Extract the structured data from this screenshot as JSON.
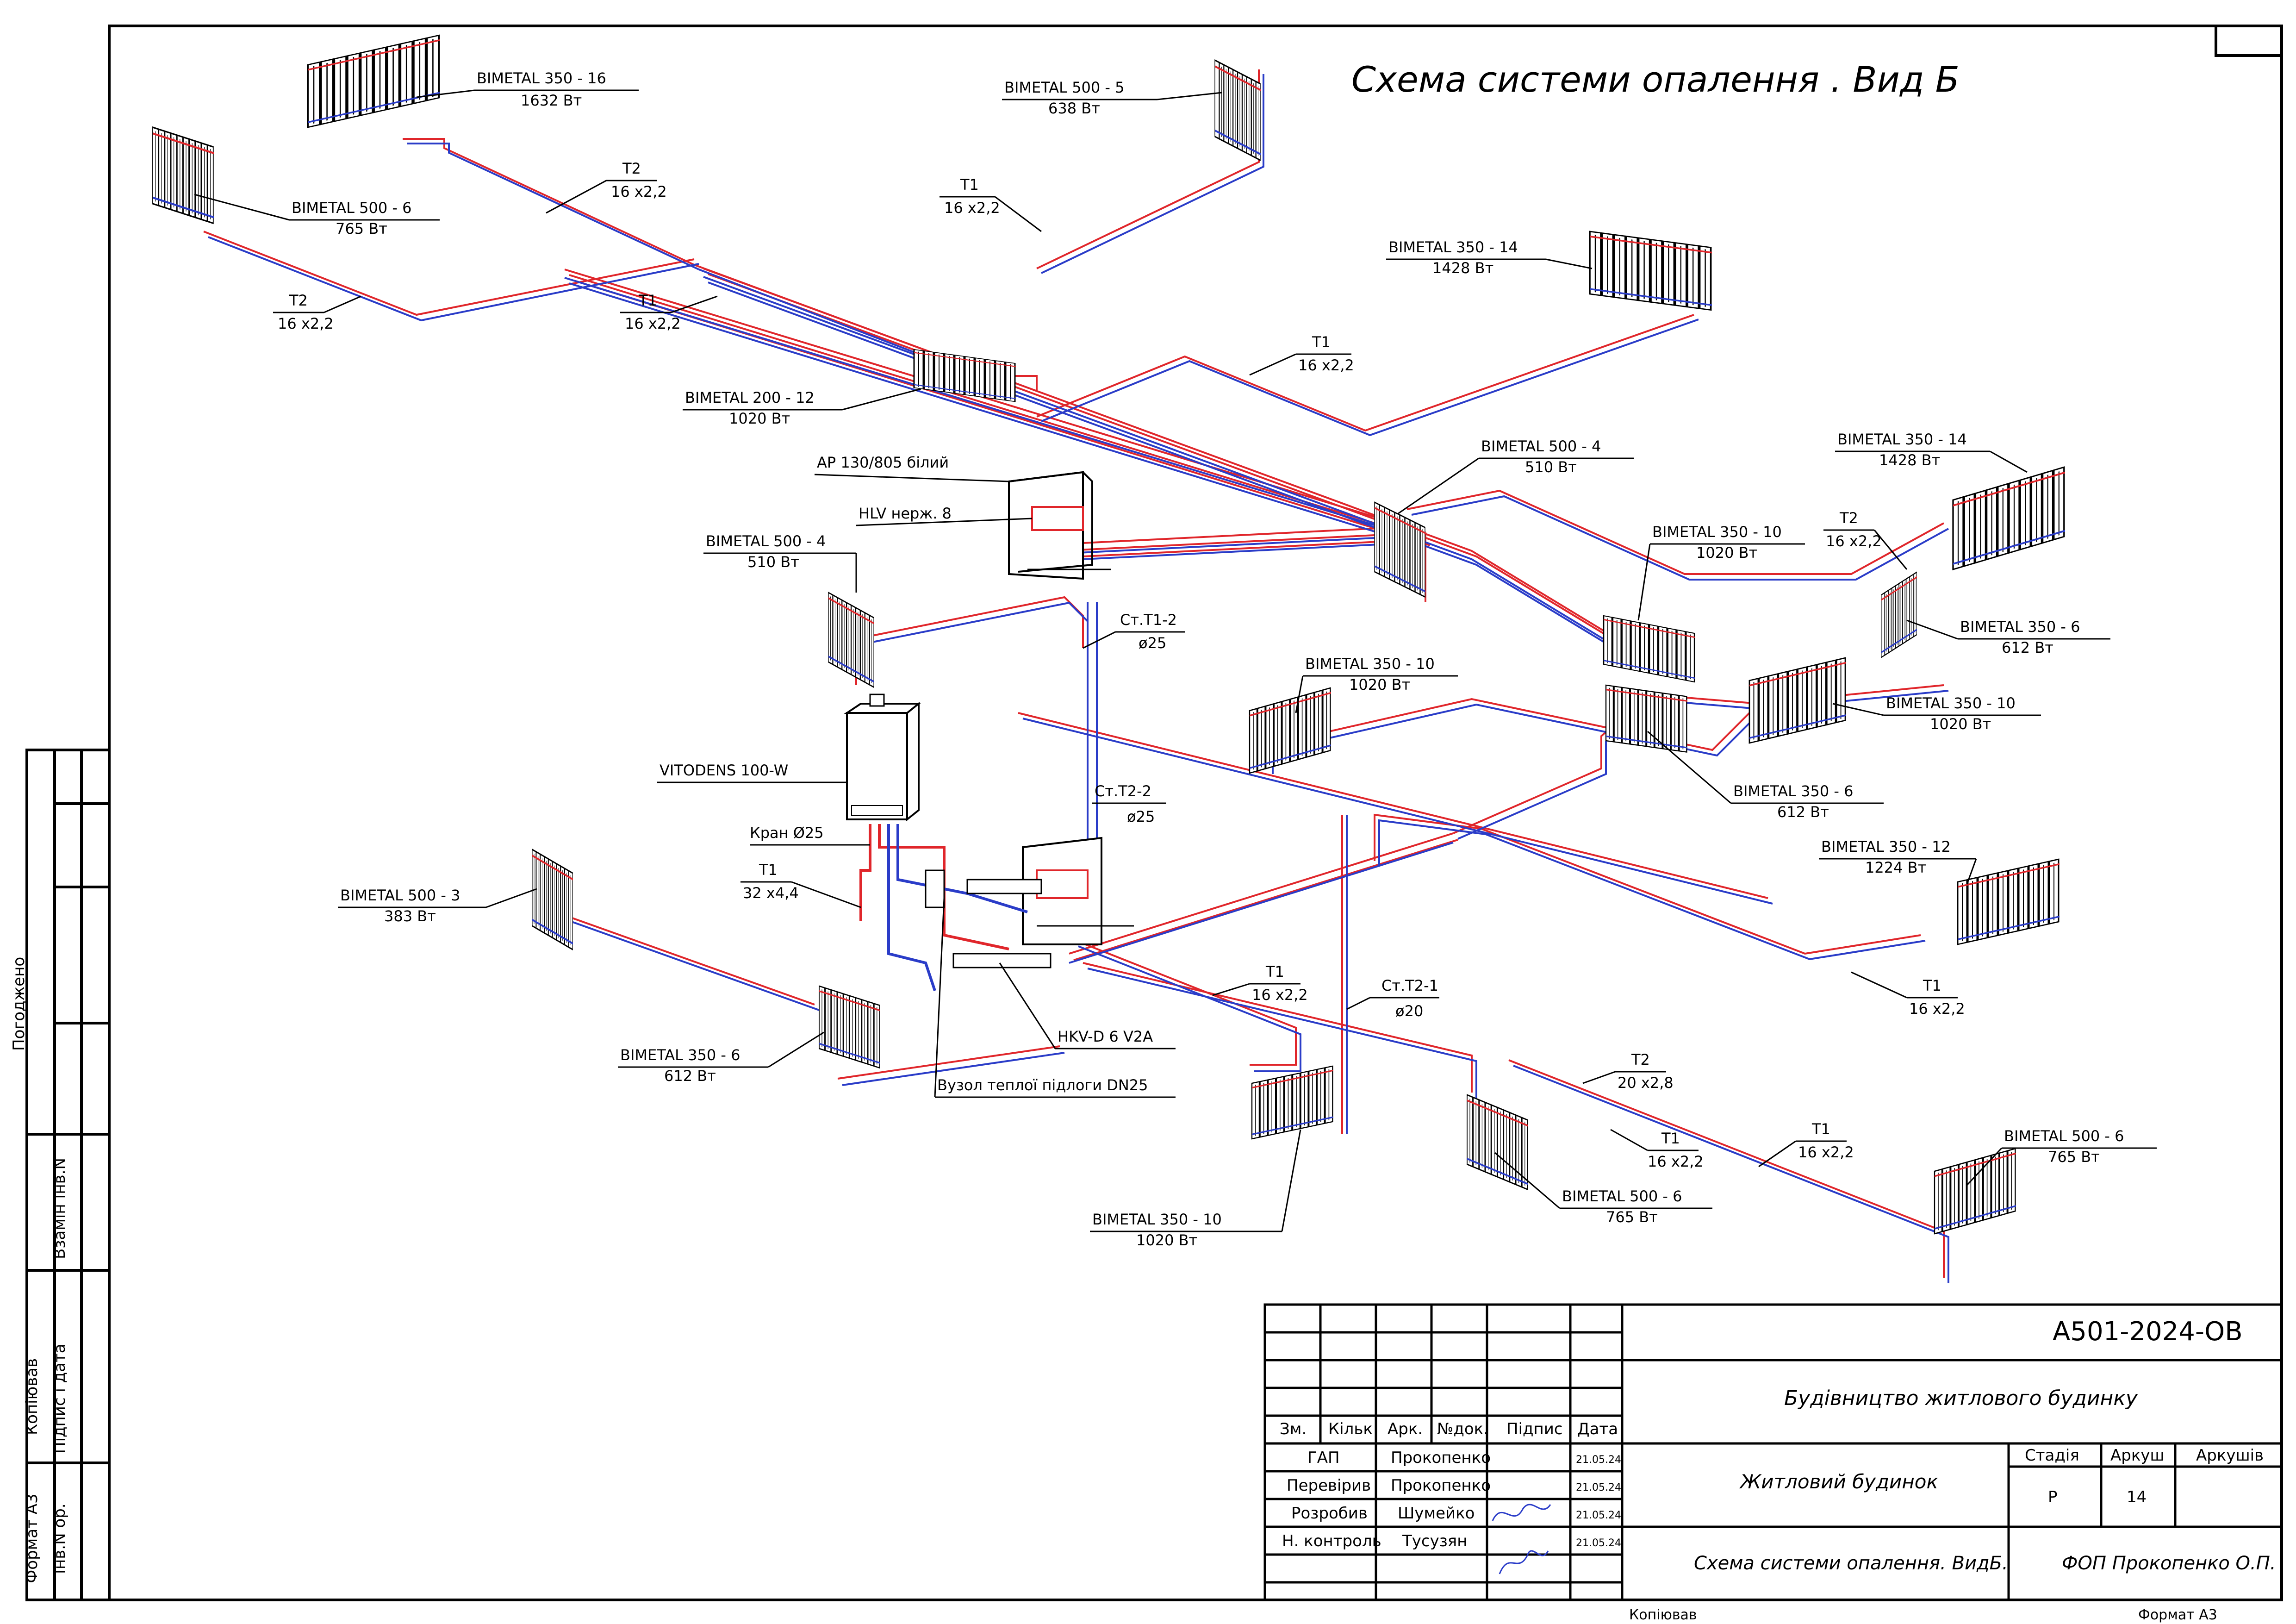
{
  "title": "Схема системи опалення . Вид Б",
  "equipment": {
    "boiler": "VITODENS 100-W",
    "valve": "Кран Ø25",
    "cabinet": "АР 130/805 білий",
    "manifold": "HLV нерж. 8",
    "floor_manifold": "HKV-D 6 V2A",
    "floor_unit": "Вузол теплої підлоги DN25"
  },
  "risers": [
    {
      "name": "Ст.Т1-2",
      "dia": "ø25"
    },
    {
      "name": "Ст.Т2-2",
      "dia": "ø25"
    },
    {
      "name": "Ст.Т2-1",
      "dia": "ø20"
    }
  ],
  "radiators": [
    {
      "model": "BIMETAL 350 - 16",
      "power": "1632 Вт"
    },
    {
      "model": "BIMETAL 500 - 6",
      "power": "765 Вт"
    },
    {
      "model": "BIMETAL 500 - 5",
      "power": "638 Вт"
    },
    {
      "model": "BIMETAL 350 - 14",
      "power": "1428 Вт"
    },
    {
      "model": "BIMETAL 200 - 12",
      "power": "1020 Вт"
    },
    {
      "model": "BIMETAL 500 - 4",
      "power": "510 Вт"
    },
    {
      "model": "BIMETAL 350 - 14",
      "power": "1428 Вт"
    },
    {
      "model": "BIMETAL 350 - 10",
      "power": "1020 Вт"
    },
    {
      "model": "BIMETAL 500 - 4",
      "power": "510 Вт"
    },
    {
      "model": "BIMETAL 350 - 6",
      "power": "612 Вт"
    },
    {
      "model": "BIMETAL 350 - 10",
      "power": "1020 Вт"
    },
    {
      "model": "BIMETAL 350 - 10",
      "power": "1020 Вт"
    },
    {
      "model": "BIMETAL 350 - 6",
      "power": "612 Вт"
    },
    {
      "model": "BIMETAL 350 - 12",
      "power": "1224 Вт"
    },
    {
      "model": "BIMETAL 500 - 3",
      "power": "383 Вт"
    },
    {
      "model": "BIMETAL 350 - 6",
      "power": "612 Вт"
    },
    {
      "model": "BIMETAL 350 - 10",
      "power": "1020 Вт"
    },
    {
      "model": "BIMETAL 500 - 6",
      "power": "765 Вт"
    },
    {
      "model": "BIMETAL 500 - 6",
      "power": "765 Вт"
    }
  ],
  "pipes": [
    {
      "name": "Т2",
      "size": "16 x2,2"
    },
    {
      "name": "Т1",
      "size": "16 x2,2"
    },
    {
      "name": "Т2",
      "size": "16 x2,2"
    },
    {
      "name": "Т1",
      "size": "16 x2,2"
    },
    {
      "name": "Т1",
      "size": "16 x2,2"
    },
    {
      "name": "Т2",
      "size": "16 x2,2"
    },
    {
      "name": "Т1",
      "size": "32 x4,4"
    },
    {
      "name": "Т1",
      "size": "16 x2,2"
    },
    {
      "name": "Т1",
      "size": "16 x2,2"
    },
    {
      "name": "Т2",
      "size": "20 x2,8"
    },
    {
      "name": "Т1",
      "size": "16 x2,2"
    },
    {
      "name": "Т1",
      "size": "16 x2,2"
    }
  ],
  "stamp": {
    "code": "А501-2024-ОВ",
    "project": "Будівництво житлового будинку",
    "building": "Житловий будинок",
    "sheet_title": "Схема системи опалення. ВидБ.",
    "company": "ФОП Прокопенко О.П.",
    "col_headers": [
      "Зм.",
      "Кільк",
      "Арк.",
      "№док.",
      "Підпис",
      "Дата"
    ],
    "stage_label": "Стадія",
    "sheet_label": "Аркуш",
    "sheets_label": "Аркушів",
    "stage": "Р",
    "sheet_no": "14",
    "people": [
      {
        "role": "ГАП",
        "name": "Прокопенко",
        "date": "21.05.24"
      },
      {
        "role": "Перевірив",
        "name": "Прокопенко",
        "date": "21.05.24"
      },
      {
        "role": "Розробив",
        "name": "Шумейко",
        "date": "21.05.24"
      },
      {
        "role": "Н. контроль",
        "name": "Тусузян",
        "date": "21.05.24"
      }
    ],
    "copied": "Копіював",
    "format": "Формат А3"
  },
  "side_stamp": [
    "Погоджено",
    "Взамін Інв.N",
    "Підпис і дата",
    "Інв.N ор."
  ],
  "side_labels": [
    "Копіював",
    "Формат А3"
  ],
  "colors": {
    "supply": "#e0262b",
    "return": "#2a3cc8",
    "line": "#000000"
  }
}
